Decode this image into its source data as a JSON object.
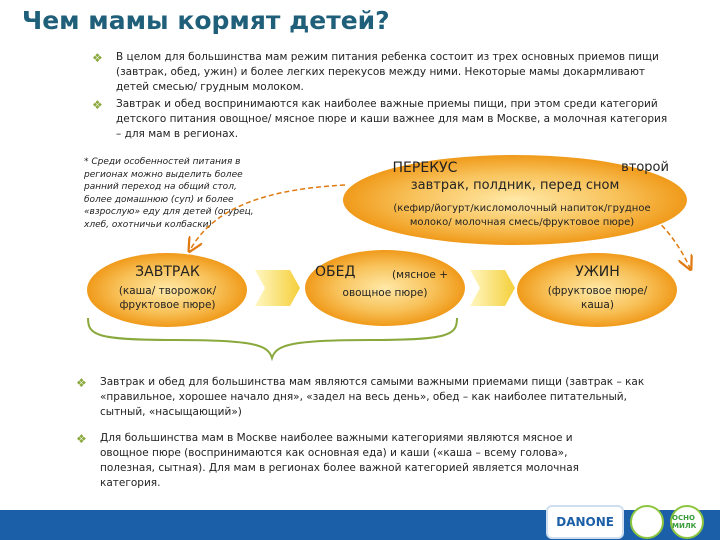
{
  "title": "Чем мамы кормят детей?",
  "top_bullets": [
    "В целом для большинства мам режим питания ребенка состоит из трех основных приемов пищи (завтрак, обед, ужин) и более легких перекусов между ними. Некоторые мамы докармливают детей смесью/ грудным молоком.",
    "Завтрак и обед воспринимаются как наиболее важные приемы пищи, при этом среди категорий детского питания овощное/ мясное пюре и каши важнее для мам в Москве, а молочная категория – для мам в регионах."
  ],
  "note": "* Среди особенностей питания в регионах можно выделить более ранний переход на общий стол, более домашнюю (суп) и более «взрослую» еду для детей (огурец, хлеб, охотничьи колбаски)",
  "snack": {
    "title": "ПЕРЕКУС",
    "title2": "второй",
    "subtitle": "завтрак, полдник, перед сном",
    "detail": "(кефир/йогурт/кисломолочный напиток/грудное молоко/ молочная смесь/фруктовое пюре)"
  },
  "breakfast": {
    "title": "ЗАВТРАК",
    "detail": "(каша/ творожок/ фруктовое пюре)"
  },
  "lunch": {
    "title": "ОБЕД",
    "detail": "(мясное + овощное пюре)"
  },
  "dinner": {
    "title": "УЖИН",
    "detail": "(фруктовое пюре/ каша)"
  },
  "bottom_bullets": [
    "Завтрак и обед для большинства мам являются самыми важными приемами пищи (завтрак – как «правильное, хорошее начало дня», «задел на весь день», обед – как наиболее питательный, сытный, «насыщающий»)",
    "Для большинства мам в Москве наиболее важными категориями являются мясное и овощное пюре (воспринимаются как основная еда) и каши («каша – всему голова», полезная, сытная). Для мам в регионах более важной категорией является молочная категория."
  ],
  "logos": {
    "brand": "DANONE",
    "second": "ОСНО МИЛК"
  },
  "colors": {
    "title": "#1f5f7a",
    "bullet": "#8aa93c",
    "ellipse": "#f5a623",
    "arrow": "#f5d84a",
    "footer": "#1b5fa8"
  }
}
